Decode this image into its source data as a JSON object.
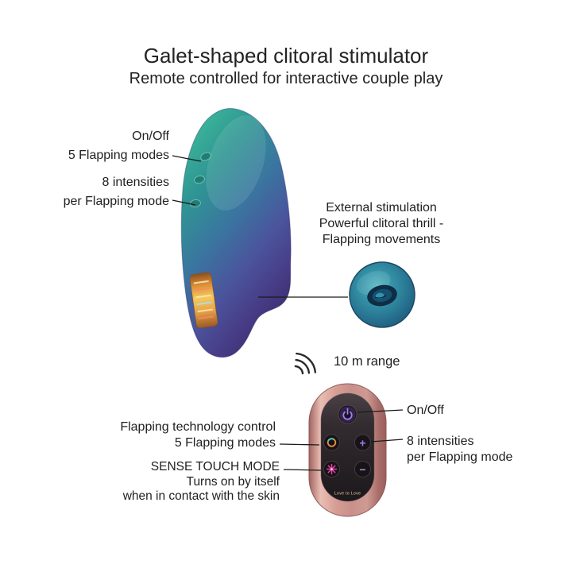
{
  "header": {
    "title": "Galet-shaped clitoral stimulator",
    "subtitle": "Remote controlled for interactive couple play"
  },
  "device_section": {
    "onoff_callout": {
      "line1": "On/Off",
      "line2": "5 Flapping modes"
    },
    "intensity_callout": {
      "line1": "8 intensities",
      "line2": "per Flapping mode"
    },
    "external_callout": {
      "line1": "External stimulation",
      "line2": "Powerful clitoral thrill -",
      "line3": "Flapping movements"
    }
  },
  "range": {
    "label": "10 m range",
    "icon": "signal-waves-icon"
  },
  "remote_section": {
    "flapping_callout": {
      "line1": "Flapping technology control",
      "line2": "5 Flapping modes"
    },
    "sense_callout": {
      "line1": "SENSE TOUCH MODE",
      "line2": "Turns on by itself",
      "line3": "when in contact with the skin"
    },
    "onoff_callout": {
      "label": "On/Off"
    },
    "intensity_callout": {
      "line1": "8 intensities",
      "line2": "per Flapping mode"
    },
    "remote": {
      "brand": "Love to Love",
      "buttons": {
        "power": "power-icon",
        "mode": "flapping-mode-icon",
        "plus": "+",
        "sense": "starburst-icon",
        "minus": "−"
      }
    }
  },
  "colors": {
    "text": "#1f1f1f",
    "device_teal": "#34ac92",
    "device_blue": "#3c6fa3",
    "device_purple": "#43317c",
    "sticker_orange": "#e09a45",
    "remote_rose_gold": "#d89a93",
    "remote_face_dark": "#241f22",
    "accent_purple": "#8a63e8",
    "accent_magenta": "#e23fa6",
    "accent_orange": "#ef8f3e"
  }
}
